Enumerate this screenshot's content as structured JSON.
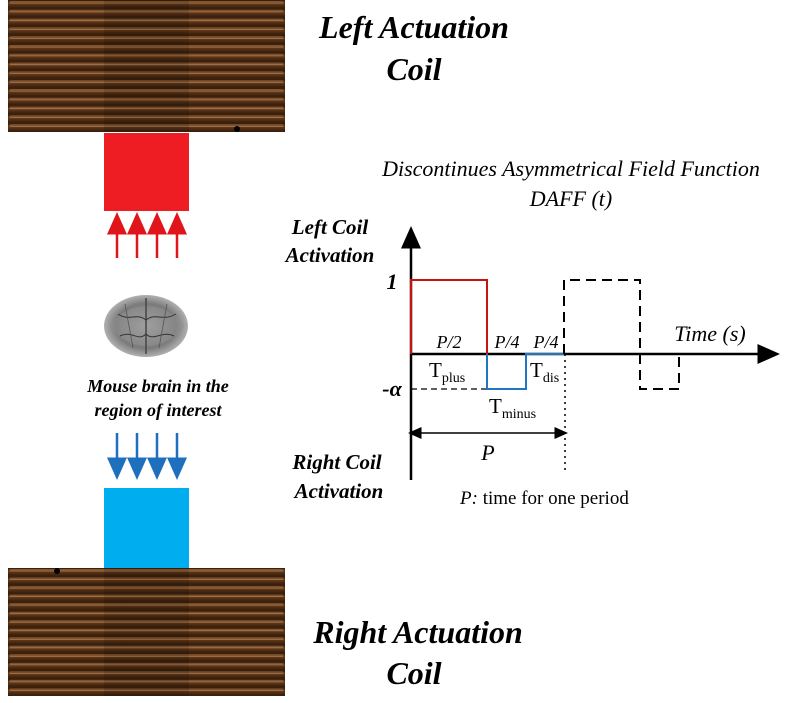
{
  "coils": {
    "left_label_line1": "Left Actuation",
    "left_label_line2": "Coil",
    "right_label_line1": "Right Actuation",
    "right_label_line2": "Coil",
    "wire_color": "#6b4423",
    "left_magnet_color": "#ee1d23",
    "right_magnet_color": "#00aeef"
  },
  "brain": {
    "label_line1": "Mouse brain in the",
    "label_line2": "region of interest"
  },
  "graph": {
    "title_line1": "Discontinues Asymmetrical Field Function",
    "title_line2": "DAFF (t)",
    "y_top_label_line1": "Left Coil",
    "y_top_label_line2": "Activation",
    "y_bottom_label_line1": "Right Coil",
    "y_bottom_label_line2": "Activation",
    "y_tick_high": "1",
    "y_tick_low": "-α",
    "x_axis_label": "Time (s)",
    "seg_label_half": "P/2",
    "seg_label_quarter_a": "P/4",
    "seg_label_quarter_b": "P/4",
    "t_plus_main": "T",
    "t_plus_sub": "plus",
    "t_minus_main": "T",
    "t_minus_sub": "minus",
    "t_dis_main": "T",
    "t_dis_sub": "dis",
    "period_label": "P",
    "period_note_symbol": "P:",
    "period_note_text": " time for one period",
    "high_level": 1,
    "low_level": "-α",
    "segments": [
      {
        "name": "T_plus",
        "fraction": "P/2",
        "level": "1"
      },
      {
        "name": "T_minus",
        "fraction": "P/4",
        "level": "-α"
      },
      {
        "name": "T_dis",
        "fraction": "P/4",
        "level": "0"
      }
    ],
    "positive_color": "#cc1111",
    "negative_color": "#1f77c4"
  }
}
